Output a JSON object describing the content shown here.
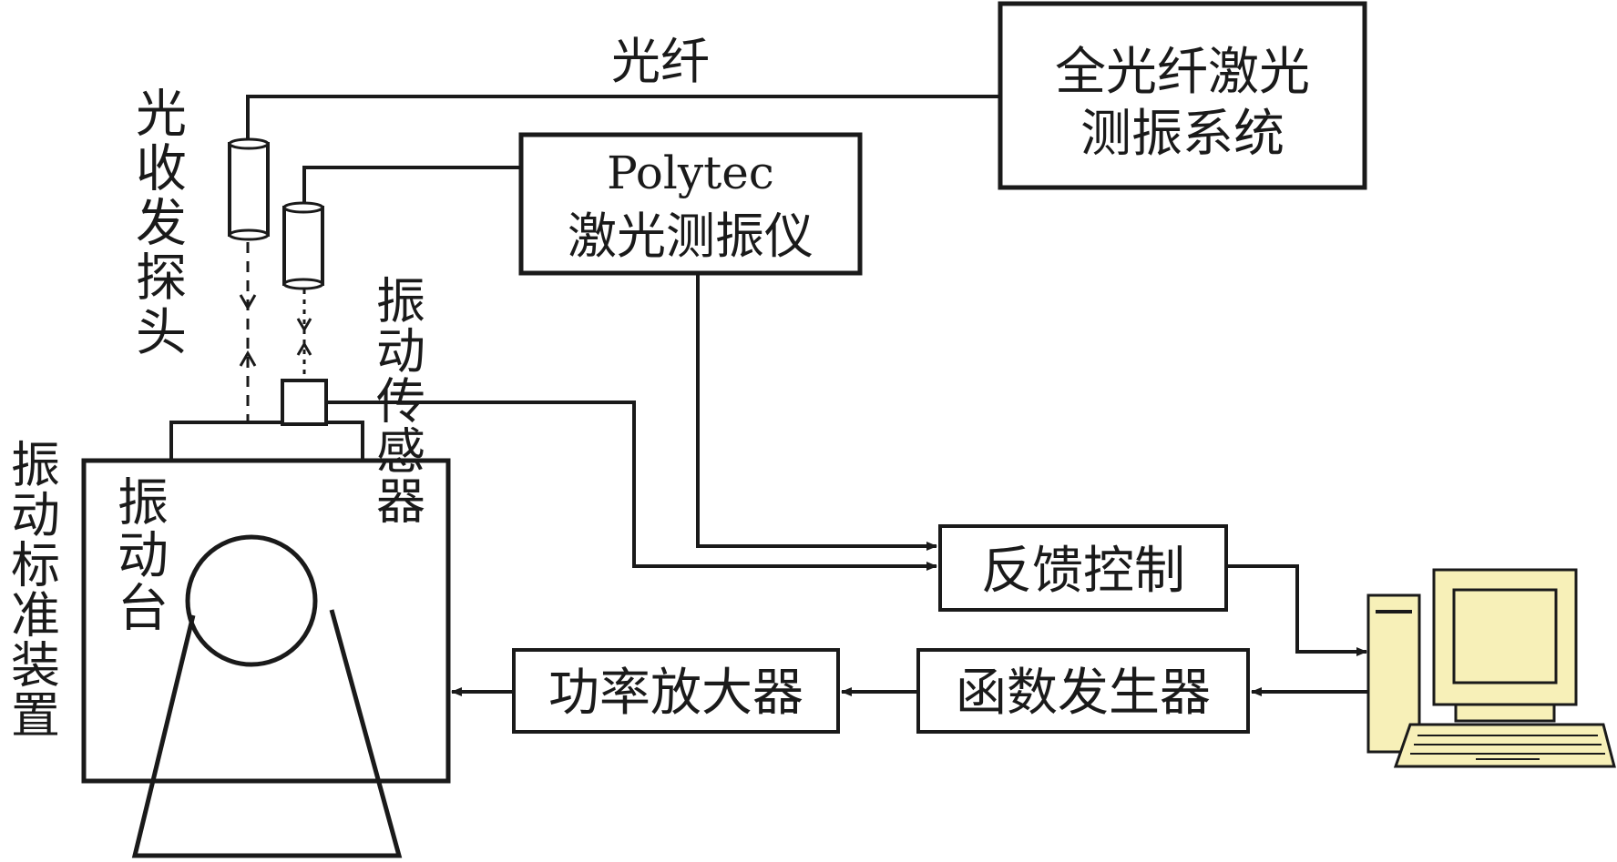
{
  "labels": {
    "fiber": "光纤",
    "probe": "光收发探头",
    "vibration_sensor": "振动传感器",
    "calibration_device": "振动标准装置",
    "shaker": "振动台"
  },
  "boxes": {
    "all_fiber_system": [
      "全光纤激光",
      "测振系统"
    ],
    "polytec": [
      "Polytec",
      "激光测振仪"
    ],
    "feedback": "反馈控制",
    "power_amp": "功率放大器",
    "function_gen": "函数发生器"
  },
  "colors": {
    "line": "#1a1a1a",
    "computer_fill": "#f7f0b8",
    "background": "#ffffff"
  },
  "icons": {
    "computer": "desktop-computer-icon"
  }
}
